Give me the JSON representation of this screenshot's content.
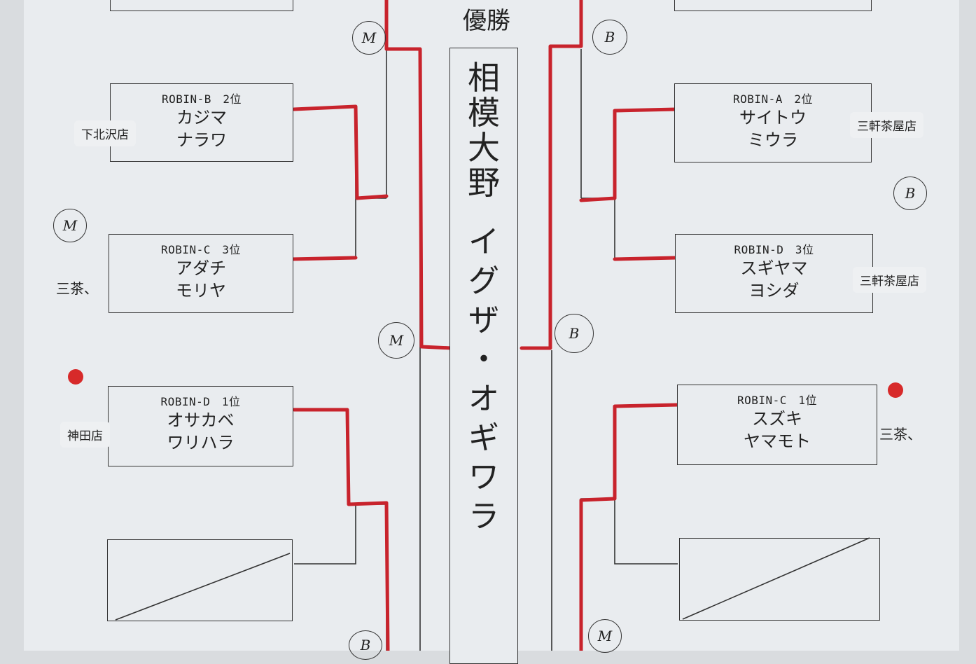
{
  "center": {
    "title": "優勝",
    "team_name": [
      "相",
      "模",
      "大",
      "野"
    ],
    "players": [
      "イ",
      "グ",
      "ザ",
      "・",
      "オ",
      "ギ",
      "ワ",
      "ラ"
    ]
  },
  "left_boxes": [
    {
      "header": "ROBIN-B　2位",
      "name1": "カジマ",
      "name2": "ナラワ"
    },
    {
      "header": "ROBIN-C　3位",
      "name1": "アダチ",
      "name2": "モリヤ"
    },
    {
      "header": "ROBIN-D　1位",
      "name1": "オサカベ",
      "name2": "ワリハラ"
    }
  ],
  "right_boxes": [
    {
      "header": "ROBIN-A　2位",
      "name1": "サイトウ",
      "name2": "ミウラ"
    },
    {
      "header": "ROBIN-D　3位",
      "name1": "スギヤマ",
      "name2": "ヨシダ"
    },
    {
      "header": "ROBIN-C　1位",
      "name1": "スズキ",
      "name2": "ヤマモト"
    }
  ],
  "labels": {
    "shimokitazawa": "下北沢店",
    "kanda": "神田店",
    "sangenjaya1": "三軒茶屋店",
    "sangenjaya2": "三軒茶屋店",
    "sancha_left": "三茶、",
    "sancha_right": "三茶、"
  },
  "circles": {
    "c1": "M",
    "c2": "B",
    "c3": "M",
    "c4": "B",
    "c5": "M",
    "c6": "B",
    "c7": "M",
    "c8": "B"
  },
  "colors": {
    "bracket_red": "#c8232c",
    "line_dark": "#333333",
    "dot": "#d72a2a"
  }
}
